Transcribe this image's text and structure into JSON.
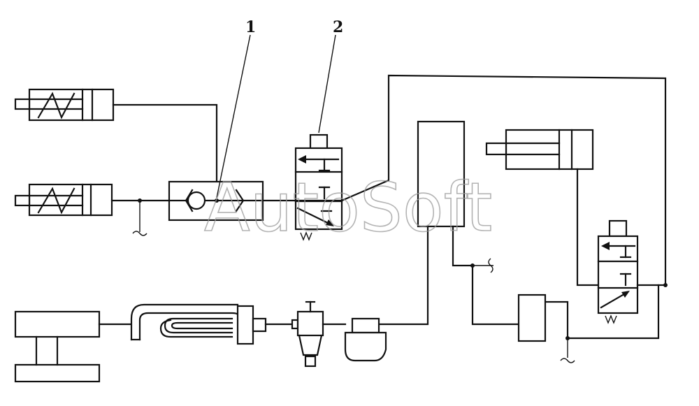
{
  "callouts": [
    {
      "label": "1"
    },
    {
      "label": "2"
    }
  ],
  "watermark": "AutoSoft"
}
